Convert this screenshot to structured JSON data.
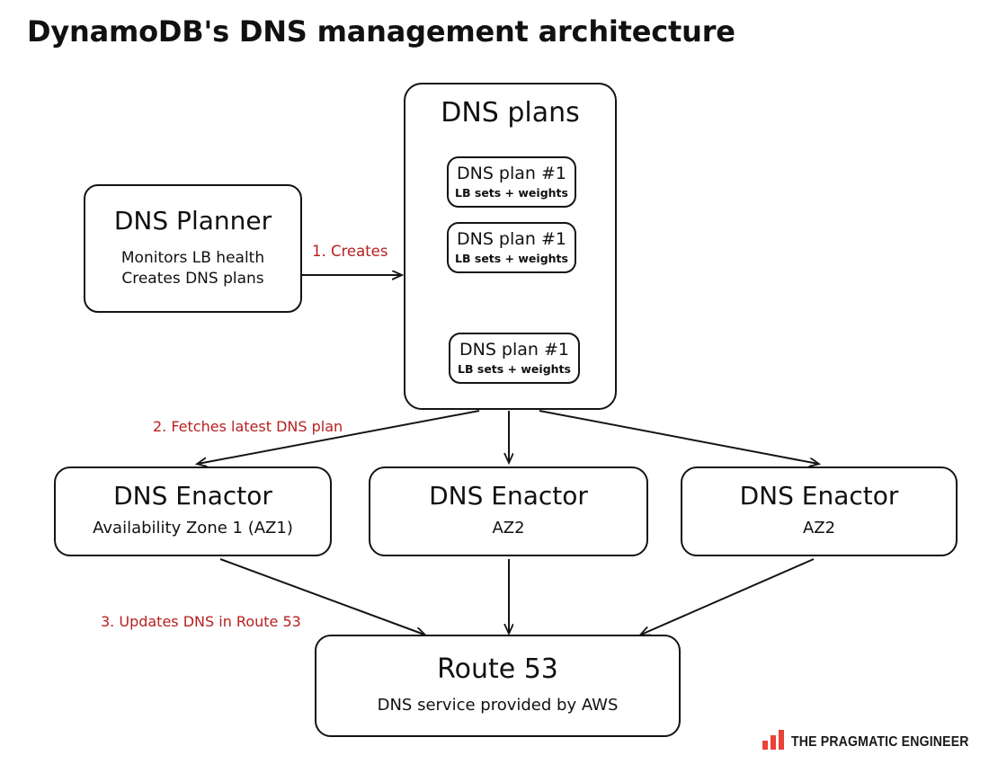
{
  "page": {
    "title": "DynamoDB's DNS management architecture",
    "background": "#ffffff",
    "stroke": "#141414",
    "accent_red": "#b82020",
    "logo_red": "#ea4138"
  },
  "nodes": {
    "planner": {
      "title": "DNS Planner",
      "sub_line_1": "Monitors LB health",
      "sub_line_2": "Creates DNS plans"
    },
    "plans": {
      "title": "DNS plans",
      "cards": [
        {
          "title": "DNS plan #1",
          "sub": "LB sets + weights"
        },
        {
          "title": "DNS plan #1",
          "sub": "LB sets + weights"
        },
        {
          "title": "DNS plan #1",
          "sub": "LB sets + weights"
        }
      ]
    },
    "enactors": [
      {
        "title": "DNS Enactor",
        "sub": "Availability Zone 1 (AZ1)"
      },
      {
        "title": "DNS Enactor",
        "sub": "AZ2"
      },
      {
        "title": "DNS Enactor",
        "sub": "AZ2"
      }
    ],
    "route53": {
      "title": "Route 53",
      "sub": "DNS service provided by AWS"
    }
  },
  "edges": [
    {
      "id": "1",
      "label": "1. Creates"
    },
    {
      "id": "2",
      "label": "2. Fetches latest DNS plan"
    },
    {
      "id": "3",
      "label": "3. Updates DNS in Route 53"
    }
  ],
  "footer": {
    "logo_text": "THE PRAGMATIC ENGINEER",
    "logo_icon": "bar-chart-icon"
  }
}
